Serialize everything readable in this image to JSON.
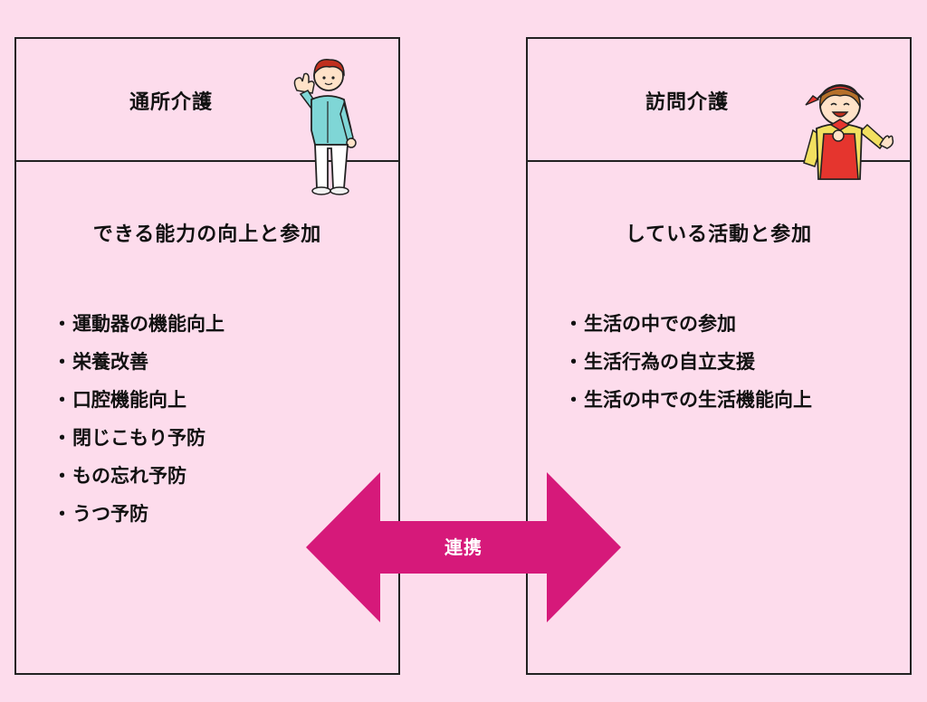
{
  "left_panel": {
    "title": "通所介護",
    "subtitle": "できる能力の向上と参加",
    "items": [
      "運動器の機能向上",
      "栄養改善",
      "口腔機能向上",
      "閉じこもり予防",
      "もの忘れ予防",
      "うつ予防"
    ]
  },
  "right_panel": {
    "title": "訪問介護",
    "subtitle": "している活動と参加",
    "items": [
      "生活の中での参加",
      "生活行為の自立支援",
      "生活の中での生活機能向上"
    ]
  },
  "arrow": {
    "label": "連携",
    "color": "#d6197a"
  },
  "bullet": "・",
  "colors": {
    "background": "#fddcec",
    "border": "#222222"
  },
  "illustrations": {
    "left": "male-care-worker-waving",
    "right": "female-helper-in-apron"
  }
}
